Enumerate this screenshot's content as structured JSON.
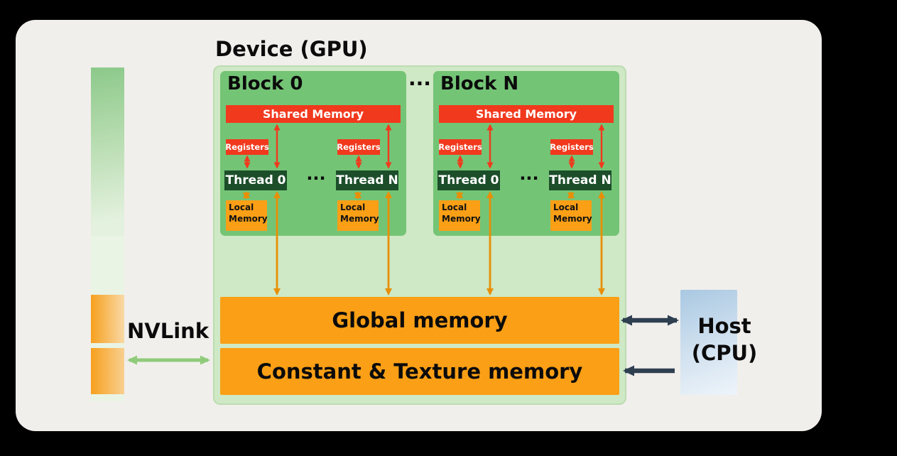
{
  "device": {
    "title": "Device (GPU)",
    "blocks_separator": "···",
    "global_memory_label": "Global memory",
    "constant_memory_label": "Constant & Texture memory",
    "blocks": [
      {
        "label": "Block 0",
        "shared_memory_label": "Shared Memory",
        "threads_separator": "···",
        "columns": [
          {
            "registers_label": "Registers",
            "thread_label": "Thread 0",
            "local_memory_label": "Local Memory"
          },
          {
            "registers_label": "Registers",
            "thread_label": "Thread N",
            "local_memory_label": "Local Memory"
          }
        ]
      },
      {
        "label": "Block N",
        "shared_memory_label": "Shared Memory",
        "threads_separator": "···",
        "columns": [
          {
            "registers_label": "Registers",
            "thread_label": "Thread 0",
            "local_memory_label": "Local Memory"
          },
          {
            "registers_label": "Registers",
            "thread_label": "Thread N",
            "local_memory_label": "Local Memory"
          }
        ]
      }
    ]
  },
  "nvlink_label": "NVLink",
  "host": {
    "line1": "Host",
    "line2": "(CPU)"
  },
  "colors": {
    "background": "#000000",
    "panel": "#f1efec",
    "device_fill": "#cfe8c5",
    "block_fill": "#74c476",
    "shared_memory_fill": "#f1391d",
    "registers_fill": "#f1391d",
    "thread_fill": "#1c4e2a",
    "memory_orange": "#fa9f16",
    "host_blue": "#a9c8e2",
    "red_arrow": "#f1391d",
    "orange_arrow": "#e88f05",
    "dark_arrow": "#2e3f50",
    "green_arrow": "#8fcb7a"
  }
}
